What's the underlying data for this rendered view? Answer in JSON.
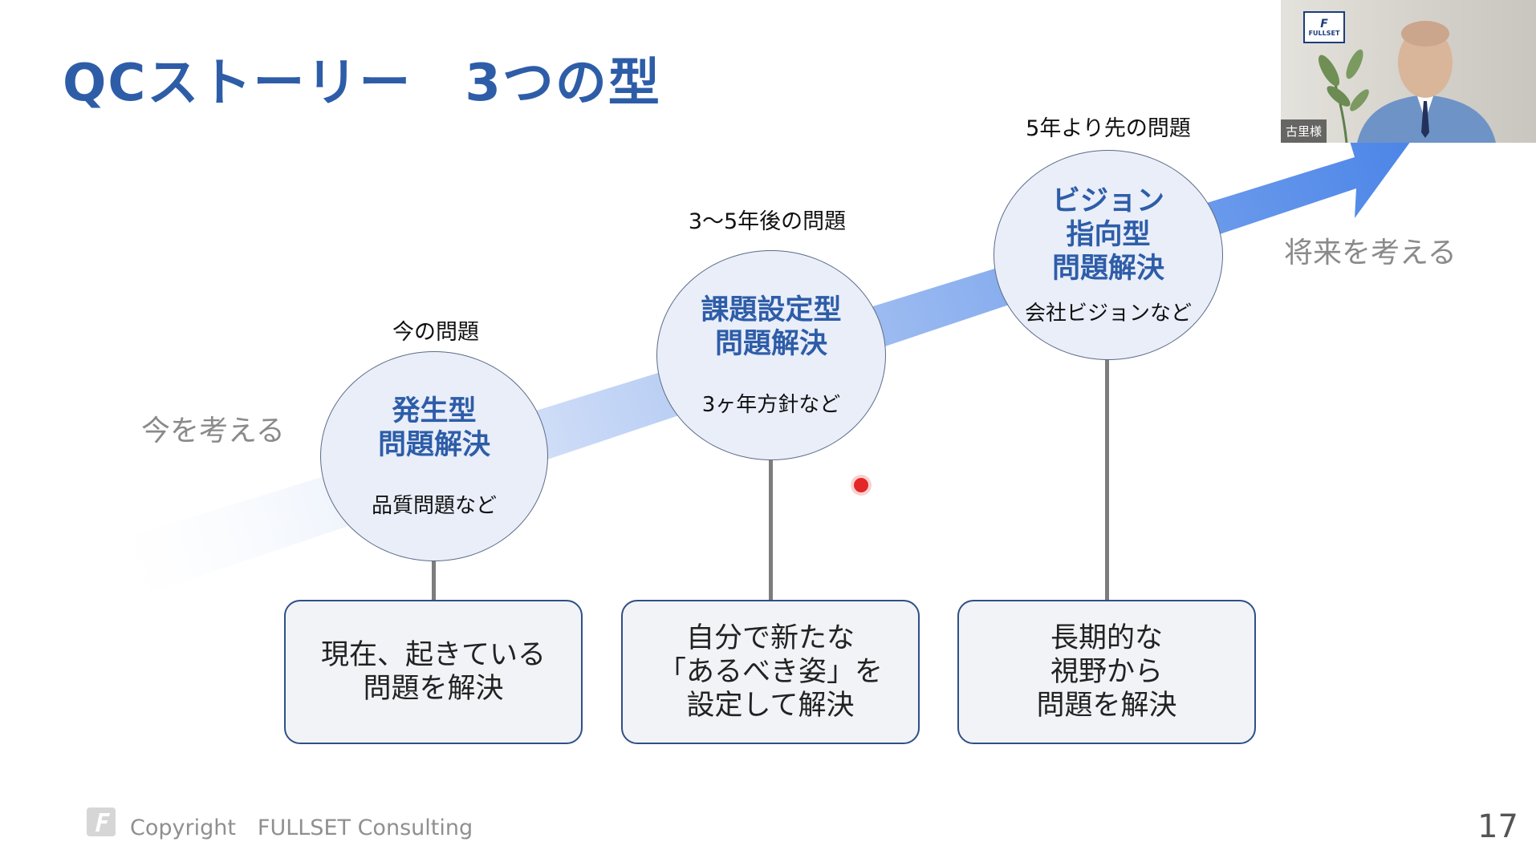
{
  "slide": {
    "title": "QCストーリー　3つの型",
    "left_label": "今を考える",
    "right_label": "将来を考える",
    "page_number": "17"
  },
  "stages": [
    {
      "period": "今の問題",
      "title_lines": [
        "発生型",
        "問題解決"
      ],
      "example": "品質問題など",
      "description_lines": [
        "現在、起きている",
        "問題を解決"
      ]
    },
    {
      "period": "3～5年後の問題",
      "title_lines": [
        "課題設定型",
        "問題解決"
      ],
      "example": "3ヶ年方針など",
      "description_lines": [
        "自分で新たな",
        "「あるべき姿」を",
        "設定して解決"
      ]
    },
    {
      "period": "5年より先の問題",
      "title_lines": [
        "ビジョン",
        "指向型",
        "問題解決"
      ],
      "example": "会社ビジョンなど",
      "description_lines": [
        "長期的な",
        "視野から",
        "問題を解決"
      ]
    }
  ],
  "footer": {
    "copyright": "Copyright　FULLSET Consulting"
  },
  "webcam": {
    "participant_name": "古里様",
    "sign_letter": "F",
    "sign_text": "FULLSET"
  },
  "colors": {
    "title_blue": "#2e5da8",
    "arrow_blue": "#5a8ee6",
    "circle_fill": "#e9eef9",
    "box_border": "#2f4f86",
    "pointer_red": "#e32626"
  }
}
